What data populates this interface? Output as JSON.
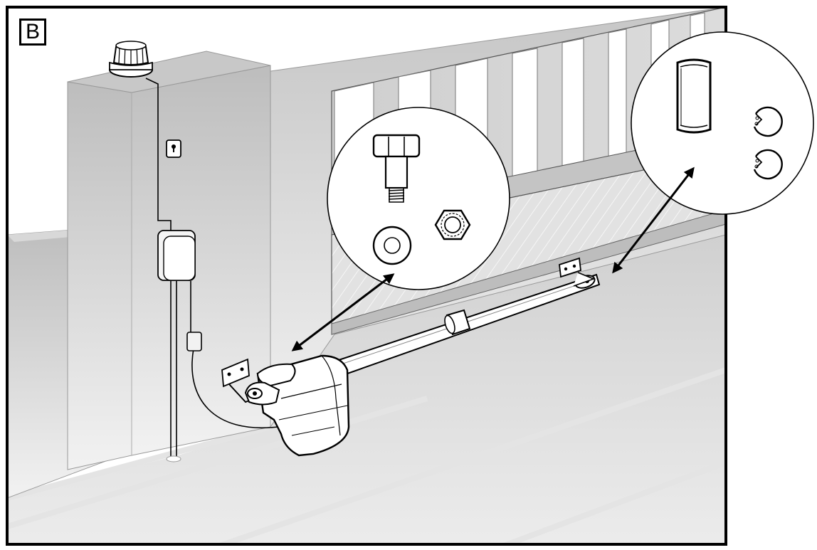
{
  "figure": {
    "panel_label": "B",
    "colors": {
      "outline": "#000000",
      "background": "#ffffff",
      "wall_light": "#e6e6e6",
      "wall_mid": "#cfcfcf",
      "wall_dark": "#bdbdbd",
      "ground": "#d6d6d6"
    },
    "components": [
      {
        "name": "flashing-lamp",
        "icon": "warning-light-icon"
      },
      {
        "name": "key-selector-switch",
        "icon": "key-switch-icon"
      },
      {
        "name": "control-unit-box",
        "icon": "control-box-icon"
      },
      {
        "name": "photocell",
        "icon": "photocell-icon"
      },
      {
        "name": "gate-operator-motor",
        "icon": "linear-actuator-icon"
      },
      {
        "name": "pillar-bracket",
        "icon": "bracket-icon"
      },
      {
        "name": "gate-bracket",
        "icon": "bracket-icon"
      }
    ],
    "detail_callouts": [
      {
        "name": "bolt-washer-nut-detail",
        "parts": [
          "bolt-icon",
          "washer-icon",
          "hex-nut-icon"
        ]
      },
      {
        "name": "sleeve-circlip-detail",
        "parts": [
          "sleeve-icon",
          "circlip-icon",
          "circlip-icon"
        ]
      }
    ]
  }
}
